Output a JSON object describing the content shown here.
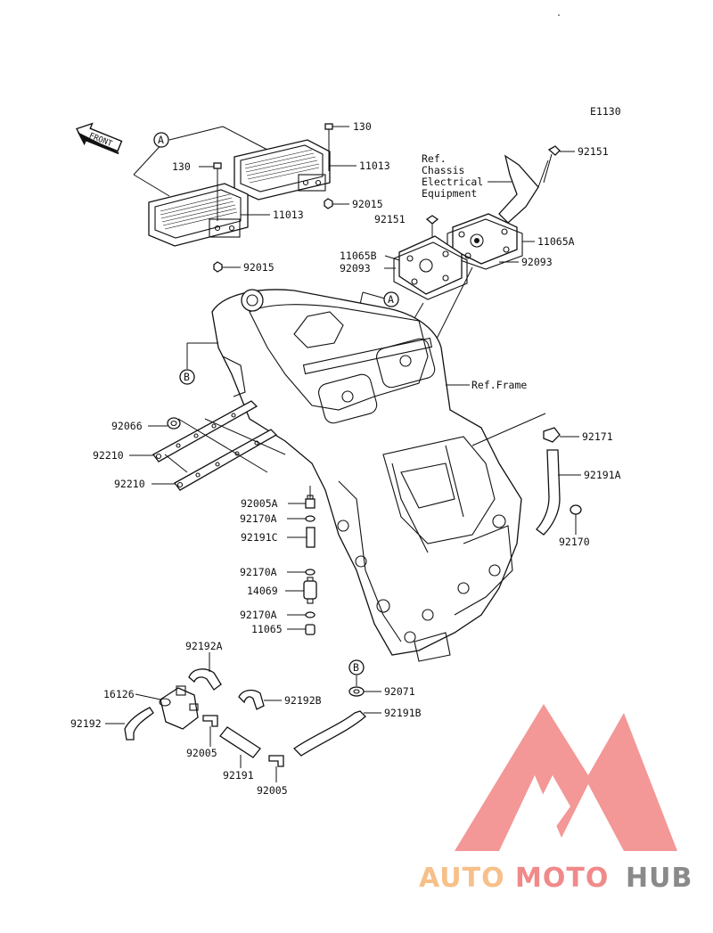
{
  "diagram_code": "E1130",
  "front_label": "FRONT",
  "refs": {
    "chassis_line1": "Ref.",
    "chassis_line2": "Chassis",
    "chassis_line3": "Electrical",
    "chassis_line4": "Equipment",
    "frame": "Ref.Frame"
  },
  "callouts": {
    "A1": "A",
    "A2": "A",
    "B1": "B",
    "B2": "B"
  },
  "labels": {
    "p130a": "130",
    "p130b": "130",
    "p11013a": "11013",
    "p11013b": "11013",
    "p92015a": "92015",
    "p92015b": "92015",
    "p92151a": "92151",
    "p92151b": "92151",
    "p11065A": "11065A",
    "p11065B": "11065B",
    "p92093a": "92093",
    "p92093b": "92093",
    "p92066": "92066",
    "p92210a": "92210",
    "p92210b": "92210",
    "p92005A": "92005A",
    "p92170Aa": "92170A",
    "p92191C": "92191C",
    "p92170Ab": "92170A",
    "p14069": "14069",
    "p92170Ac": "92170A",
    "p11065": "11065",
    "p92171": "92171",
    "p92191A": "92191A",
    "p92170": "92170",
    "p92192A": "92192A",
    "p16126": "16126",
    "p92192B": "92192B",
    "p92192": "92192",
    "p92005a": "92005",
    "p92191": "92191",
    "p92005b": "92005",
    "p92071": "92071",
    "p92191B": "92191B"
  },
  "watermark": {
    "part1": "AUTO",
    "part2": "MOTO",
    "part3": "HUB",
    "color_auto": "#f7c08a",
    "color_moto": "#f08a8a",
    "color_hub": "#8a8a8a",
    "logo_color": "#f28c8c"
  }
}
